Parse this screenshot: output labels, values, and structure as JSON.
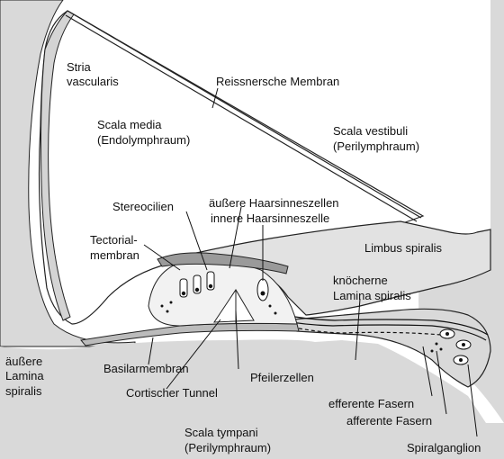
{
  "labels": {
    "stria_1": "Stria",
    "stria_2": "vascularis",
    "reissner": "Reissnersche Membran",
    "scala_media_1": "Scala media",
    "scala_media_2": "(Endolymphraum)",
    "scala_vestibuli_1": "Scala vestibuli",
    "scala_vestibuli_2": "(Perilymphraum)",
    "stereocilien": "Stereocilien",
    "aeussere_haarsinneszellen": "äußere Haarsinneszellen",
    "innere_haarsinneszelle": "innere Haarsinneszelle",
    "tectorial_1": "Tectorial-",
    "tectorial_2": "membran",
    "limbus": "Limbus spiralis",
    "knoecherne_1": "knöcherne",
    "knoecherne_2": "Lamina spiralis",
    "aeussere_lamina_1": "äußere",
    "aeussere_lamina_2": "Lamina",
    "aeussere_lamina_3": "spiralis",
    "basilarmembran": "Basilarmembran",
    "pfeilerzellen": "Pfeilerzellen",
    "cortischer_tunnel": "Cortischer Tunnel",
    "efferente": "efferente Fasern",
    "afferente": "afferente Fasern",
    "scala_tympani_1": "Scala tympani",
    "scala_tympani_2": "(Perilymphraum)",
    "spiralganglion": "Spiralganglion"
  }
}
